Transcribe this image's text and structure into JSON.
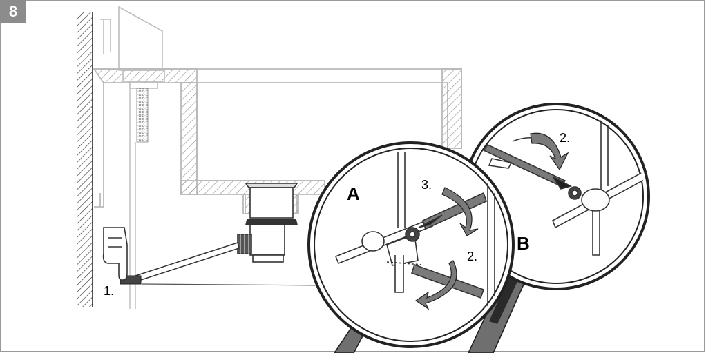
{
  "step_number": "8",
  "labels": {
    "step1": "1.",
    "detail_a": "A",
    "detail_b": "B",
    "a_step3": "3.",
    "a_step2": "2.",
    "b_step2": "2."
  },
  "colors": {
    "wall_line": "#2b2b2b",
    "light_gray": "#b9b9b9",
    "dark_gray": "#7a7a7a",
    "handle_dark": "#6f6f6f",
    "badge": "#8c8c8c"
  }
}
